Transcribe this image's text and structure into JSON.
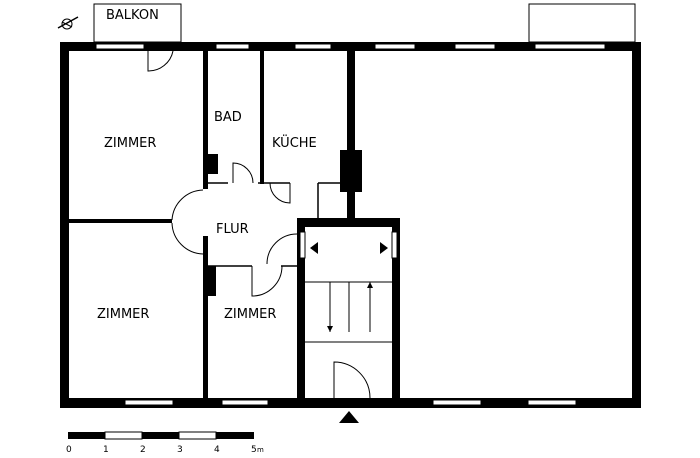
{
  "rooms": {
    "balkon": "BALKON",
    "zimmer_top_left": "ZIMMER",
    "bad": "BAD",
    "kueche": "KÜCHE",
    "flur": "FLUR",
    "zimmer_bottom_left": "ZIMMER",
    "zimmer_bottom_mid": "ZIMMER"
  },
  "scale": {
    "ticks": [
      "0",
      "1",
      "2",
      "3",
      "4",
      "5"
    ],
    "unit": "m"
  }
}
